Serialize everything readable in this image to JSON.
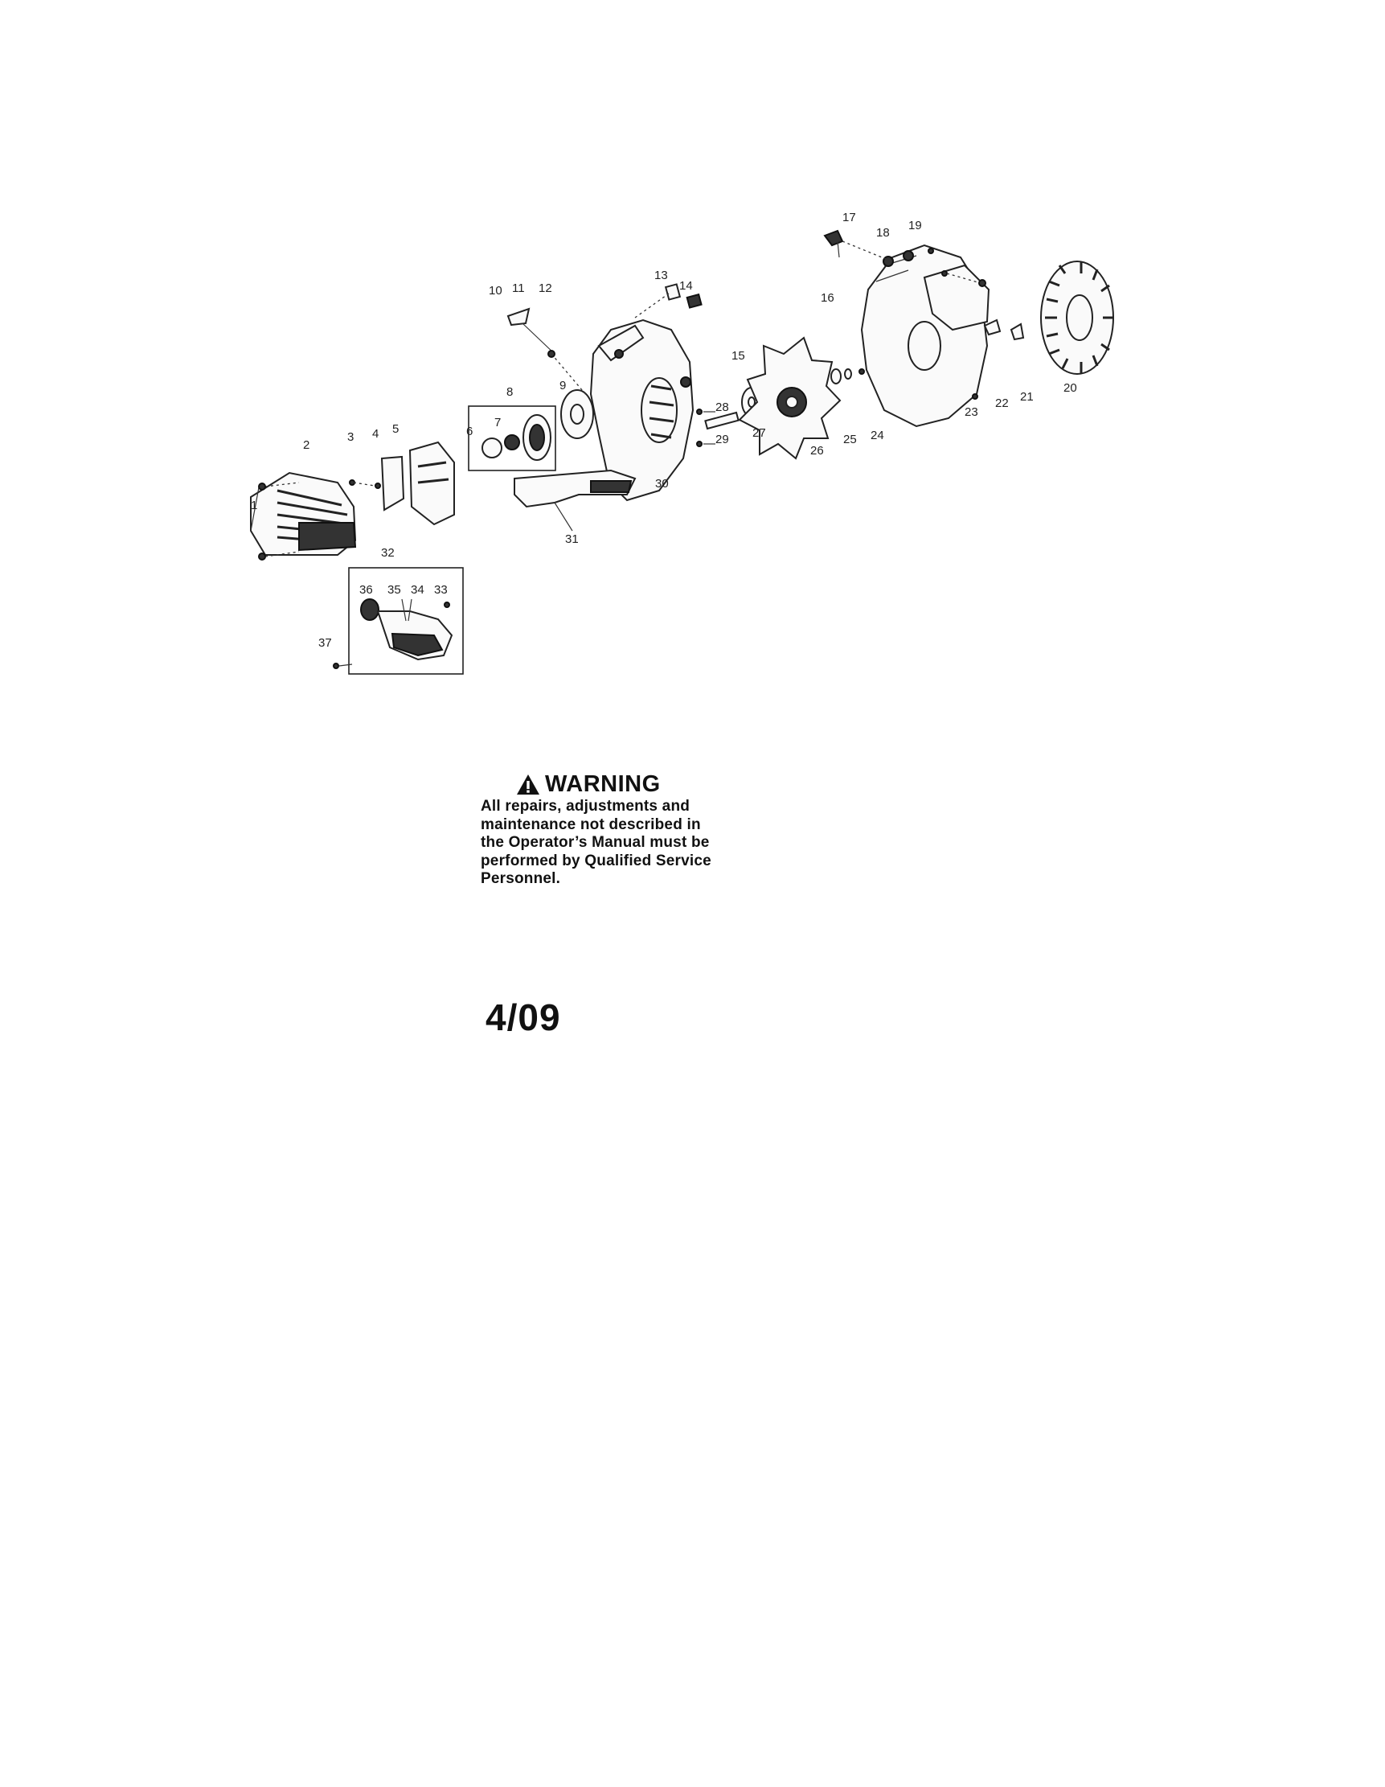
{
  "diagram": {
    "callouts": [
      "1",
      "2",
      "3",
      "4",
      "5",
      "6",
      "7",
      "8",
      "9",
      "10",
      "11",
      "12",
      "13",
      "14",
      "15",
      "16",
      "17",
      "18",
      "19",
      "20",
      "21",
      "22",
      "23",
      "24",
      "25",
      "26",
      "27",
      "28",
      "29",
      "30",
      "31",
      "32",
      "33",
      "34",
      "35",
      "36",
      "37"
    ]
  },
  "warning": {
    "icon": "warning-triangle-icon",
    "heading": "WARNING",
    "body": "All repairs, adjustments and\nmaintenance not described in\nthe Operator’s Manual must be\nperformed by Qualified Service\nPersonnel."
  },
  "date_code": "4/09"
}
